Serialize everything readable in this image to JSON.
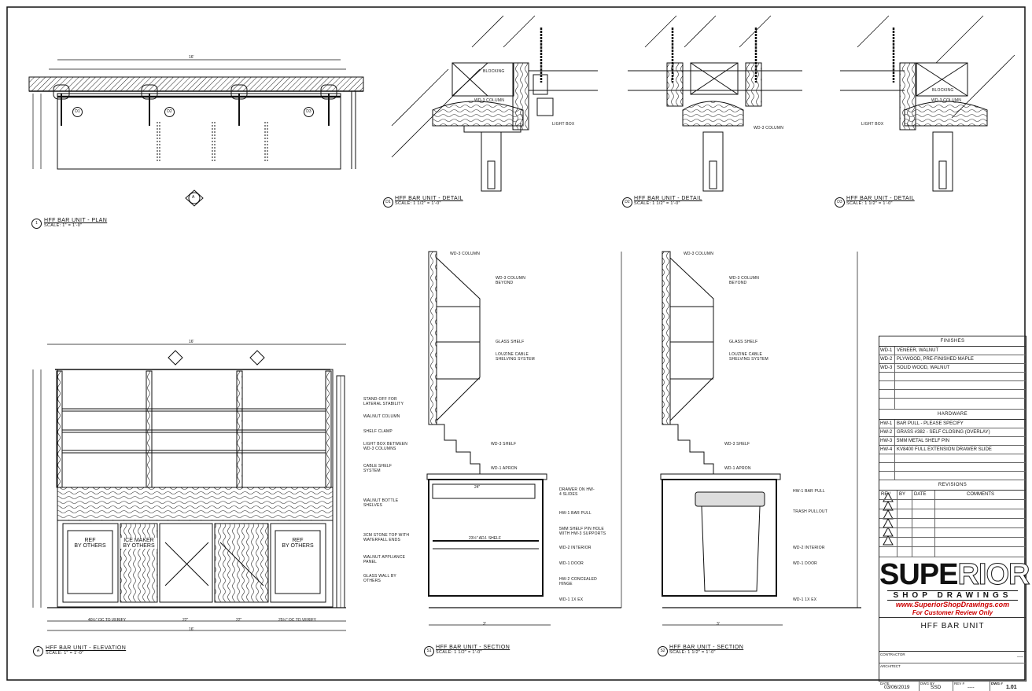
{
  "plan": {
    "title": "HFF BAR UNIT - PLAN",
    "scale": "SCALE: 1\" = 1'-0\"",
    "view_no": "1",
    "overall_dim": "16'",
    "d1_tag": "D1",
    "d2_tag": "D2",
    "d3_tag": "D3",
    "sheet_ref": "1.01",
    "elev_tag": "A"
  },
  "elevation": {
    "title": "HFF BAR UNIT - ELEVATION",
    "scale": "SCALE: 1\" = 1'-0\"",
    "view_no": "A",
    "overall_dim": "16'",
    "bottom_dims": [
      "40½\" OC TO VERIFY",
      "22\"",
      "22\"",
      "25½\" OC TO VERIFY"
    ],
    "overall_bottom": "16'",
    "ref_left": "REF\nBY OTHERS",
    "icemaker": "ICE MAKER\nBY OTHERS",
    "ref_right": "REF\nBY OTHERS",
    "notes": [
      "STAND-OFF FOR LATERAL STABILITY",
      "WALNUT COLUMN",
      "SHELF CLAMP",
      "LIGHT BOX BETWEEN WD-3 COLUMNS",
      "CABLE SHELF SYSTEM",
      "WALNUT BOTTLE SHELVES",
      "3CM STONE TOP WITH WATERFALL ENDS",
      "WALNUT APPLIANCE PANEL",
      "GLASS WALL BY OTHERS"
    ]
  },
  "details": [
    {
      "tag": "D1",
      "title": "HFF BAR UNIT - DETAIL",
      "scale": "SCALE: 1 1/2\" = 1'-0\"",
      "notes": [
        "BLOCKING",
        "WD-3 COLUMN",
        "LIGHT BOX"
      ]
    },
    {
      "tag": "D2",
      "title": "HFF BAR UNIT - DETAIL",
      "scale": "SCALE: 1 1/2\" = 1'-0\"",
      "notes": [
        "WD-3 COLUMN"
      ]
    },
    {
      "tag": "D3",
      "title": "HFF BAR UNIT - DETAIL",
      "scale": "SCALE: 1 1/2\" = 1'-0\"",
      "notes": [
        "BLOCKING",
        "WD-3 COLUMN",
        "LIGHT BOX"
      ]
    }
  ],
  "sections": [
    {
      "tag": "S1",
      "title": "HFF BAR UNIT - SECTION",
      "scale": "SCALE: 1 1/2\" = 1'-0\"",
      "notes_upper": [
        "WD-3 COLUMN",
        "WD-3 COLUMN BEYOND",
        "GLASS SHELF",
        "LOUZINE CABLE SHELVING SYSTEM",
        "WD-3 SHELF",
        "WD-1 APRON"
      ],
      "notes_lower": [
        "DRAWER ON HW-4 SLIDES",
        "HW-1 BAR PULL",
        "5MM SHELF PIN HOLE WITH HW-3 SUPPORTS",
        "WD-2 INTERIOR",
        "WD-1 DOOR",
        "HW-2 CONCEALED HINGE",
        "WD-1 1X EX"
      ],
      "shelf_note": "23½\" ADJ. SHELF",
      "width_dim": "24\"",
      "bottom_dim": "3'"
    },
    {
      "tag": "S2",
      "title": "HFF BAR UNIT - SECTION",
      "scale": "SCALE: 1 1/2\" = 1'-0\"",
      "notes_upper": [
        "WD-3 COLUMN",
        "WD-3 COLUMN BEYOND",
        "GLASS SHELF",
        "LOUZINE CABLE SHELVING SYSTEM",
        "WD-3 SHELF",
        "WD-1 APRON"
      ],
      "notes_lower": [
        "HW-1 BAR PULL",
        "TRASH PULLOUT",
        "WD-2 INTERIOR",
        "WD-1 DOOR",
        "WD-1 1X EX"
      ],
      "bottom_dim": "3'"
    }
  ],
  "finishes": {
    "header": "FINISHES",
    "rows": [
      {
        "code": "WD-1",
        "desc": "VENEER, WALNUT"
      },
      {
        "code": "WD-2",
        "desc": "PLYWOOD, PRE-FINISHED MAPLE"
      },
      {
        "code": "WD-3",
        "desc": "SOLID WOOD, WALNUT"
      }
    ]
  },
  "hardware": {
    "header": "HARDWARE",
    "rows": [
      {
        "code": "HW-1",
        "desc": "BAR PULL - PLEASE SPECIFY"
      },
      {
        "code": "HW-2",
        "desc": "GRASS #382 - SELF CLOSING (OVERLAY)"
      },
      {
        "code": "HW-3",
        "desc": "5MM METAL SHELF PIN"
      },
      {
        "code": "HW-4",
        "desc": "KV8400 FULL EXTENSION DRAWER SLIDE"
      }
    ]
  },
  "revisions": {
    "header": "REVISIONS",
    "cols": [
      "REV",
      "BY",
      "DATE",
      "COMMENTS"
    ]
  },
  "logo": {
    "word1": "SUPE",
    "word2": "RIOR",
    "line2": "SHOP DRAWINGS",
    "website": "www.SuperiorShopDrawings.com",
    "review": "For Customer Review Only"
  },
  "titleblock": {
    "project": "HFF BAR UNIT",
    "contractor_label": "CONTRACTOR",
    "architect_label": "ARCHITECT",
    "date_label": "DATE",
    "date": "03/06/2019",
    "drawn_label": "DWG BY",
    "drawn": "SSD",
    "rev_label": "REV #",
    "rev": "----",
    "dwg_label": "DWG #",
    "dwg": "1.01",
    "contractor_val": "----"
  }
}
